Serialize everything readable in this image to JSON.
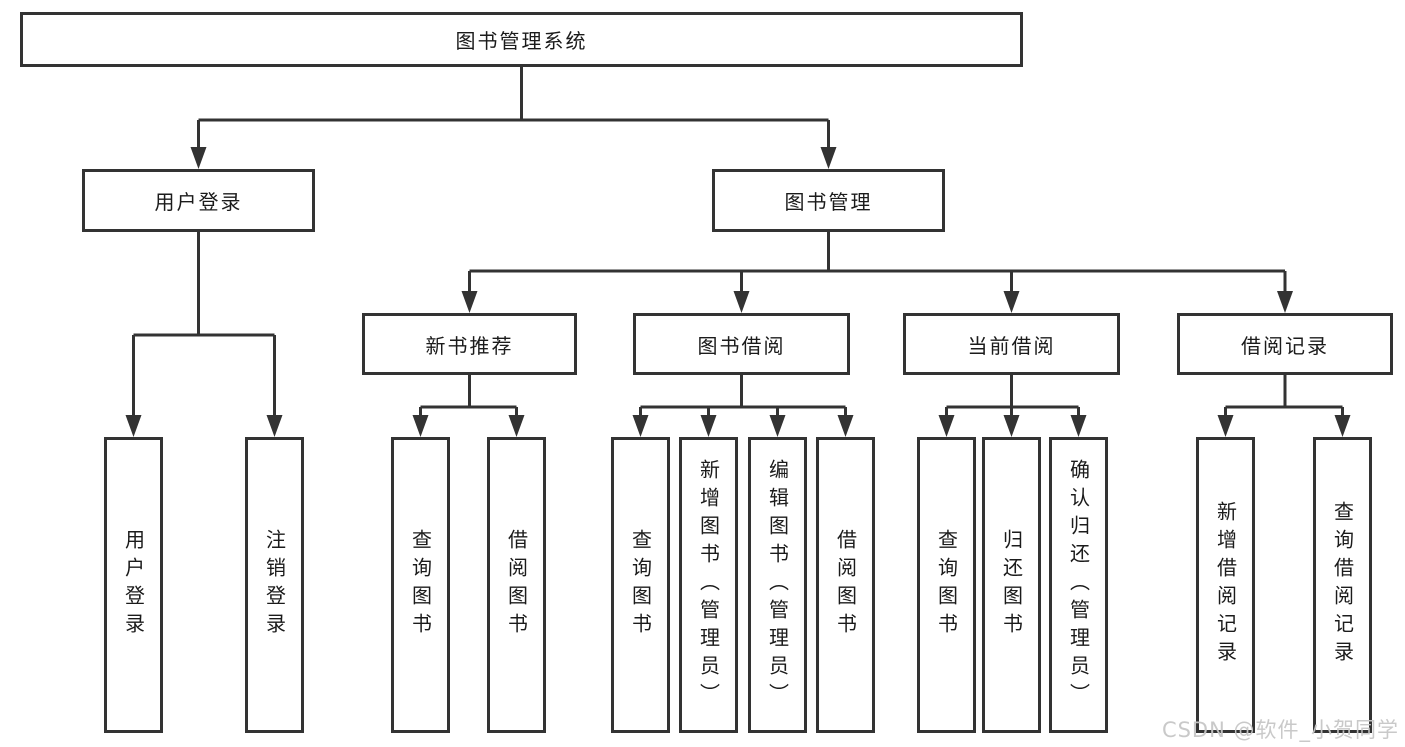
{
  "diagram": {
    "root": {
      "label": "图书管理系统"
    },
    "branches": [
      {
        "label": "用户登录",
        "leaves": [
          {
            "label": "用户登录"
          },
          {
            "label": "注销登录"
          }
        ]
      },
      {
        "label": "图书管理",
        "groups": [
          {
            "label": "新书推荐",
            "leaves": [
              {
                "label": "查询图书"
              },
              {
                "label": "借阅图书"
              }
            ]
          },
          {
            "label": "图书借阅",
            "leaves": [
              {
                "label": "查询图书"
              },
              {
                "label": "新增图书（管理员）"
              },
              {
                "label": "编辑图书（管理员）"
              },
              {
                "label": "借阅图书"
              }
            ]
          },
          {
            "label": "当前借阅",
            "leaves": [
              {
                "label": "查询图书"
              },
              {
                "label": "归还图书"
              },
              {
                "label": "确认归还（管理员）"
              }
            ]
          },
          {
            "label": "借阅记录",
            "leaves": [
              {
                "label": "新增借阅记录"
              },
              {
                "label": "查询借阅记录"
              }
            ]
          }
        ]
      }
    ]
  },
  "watermark": {
    "text": "CSDN @软件_小贺同学"
  },
  "colors": {
    "line": "#333333",
    "box_border": "#333333",
    "text": "#1b1b1b",
    "watermark": "#c7c7c7",
    "background": "#ffffff"
  }
}
